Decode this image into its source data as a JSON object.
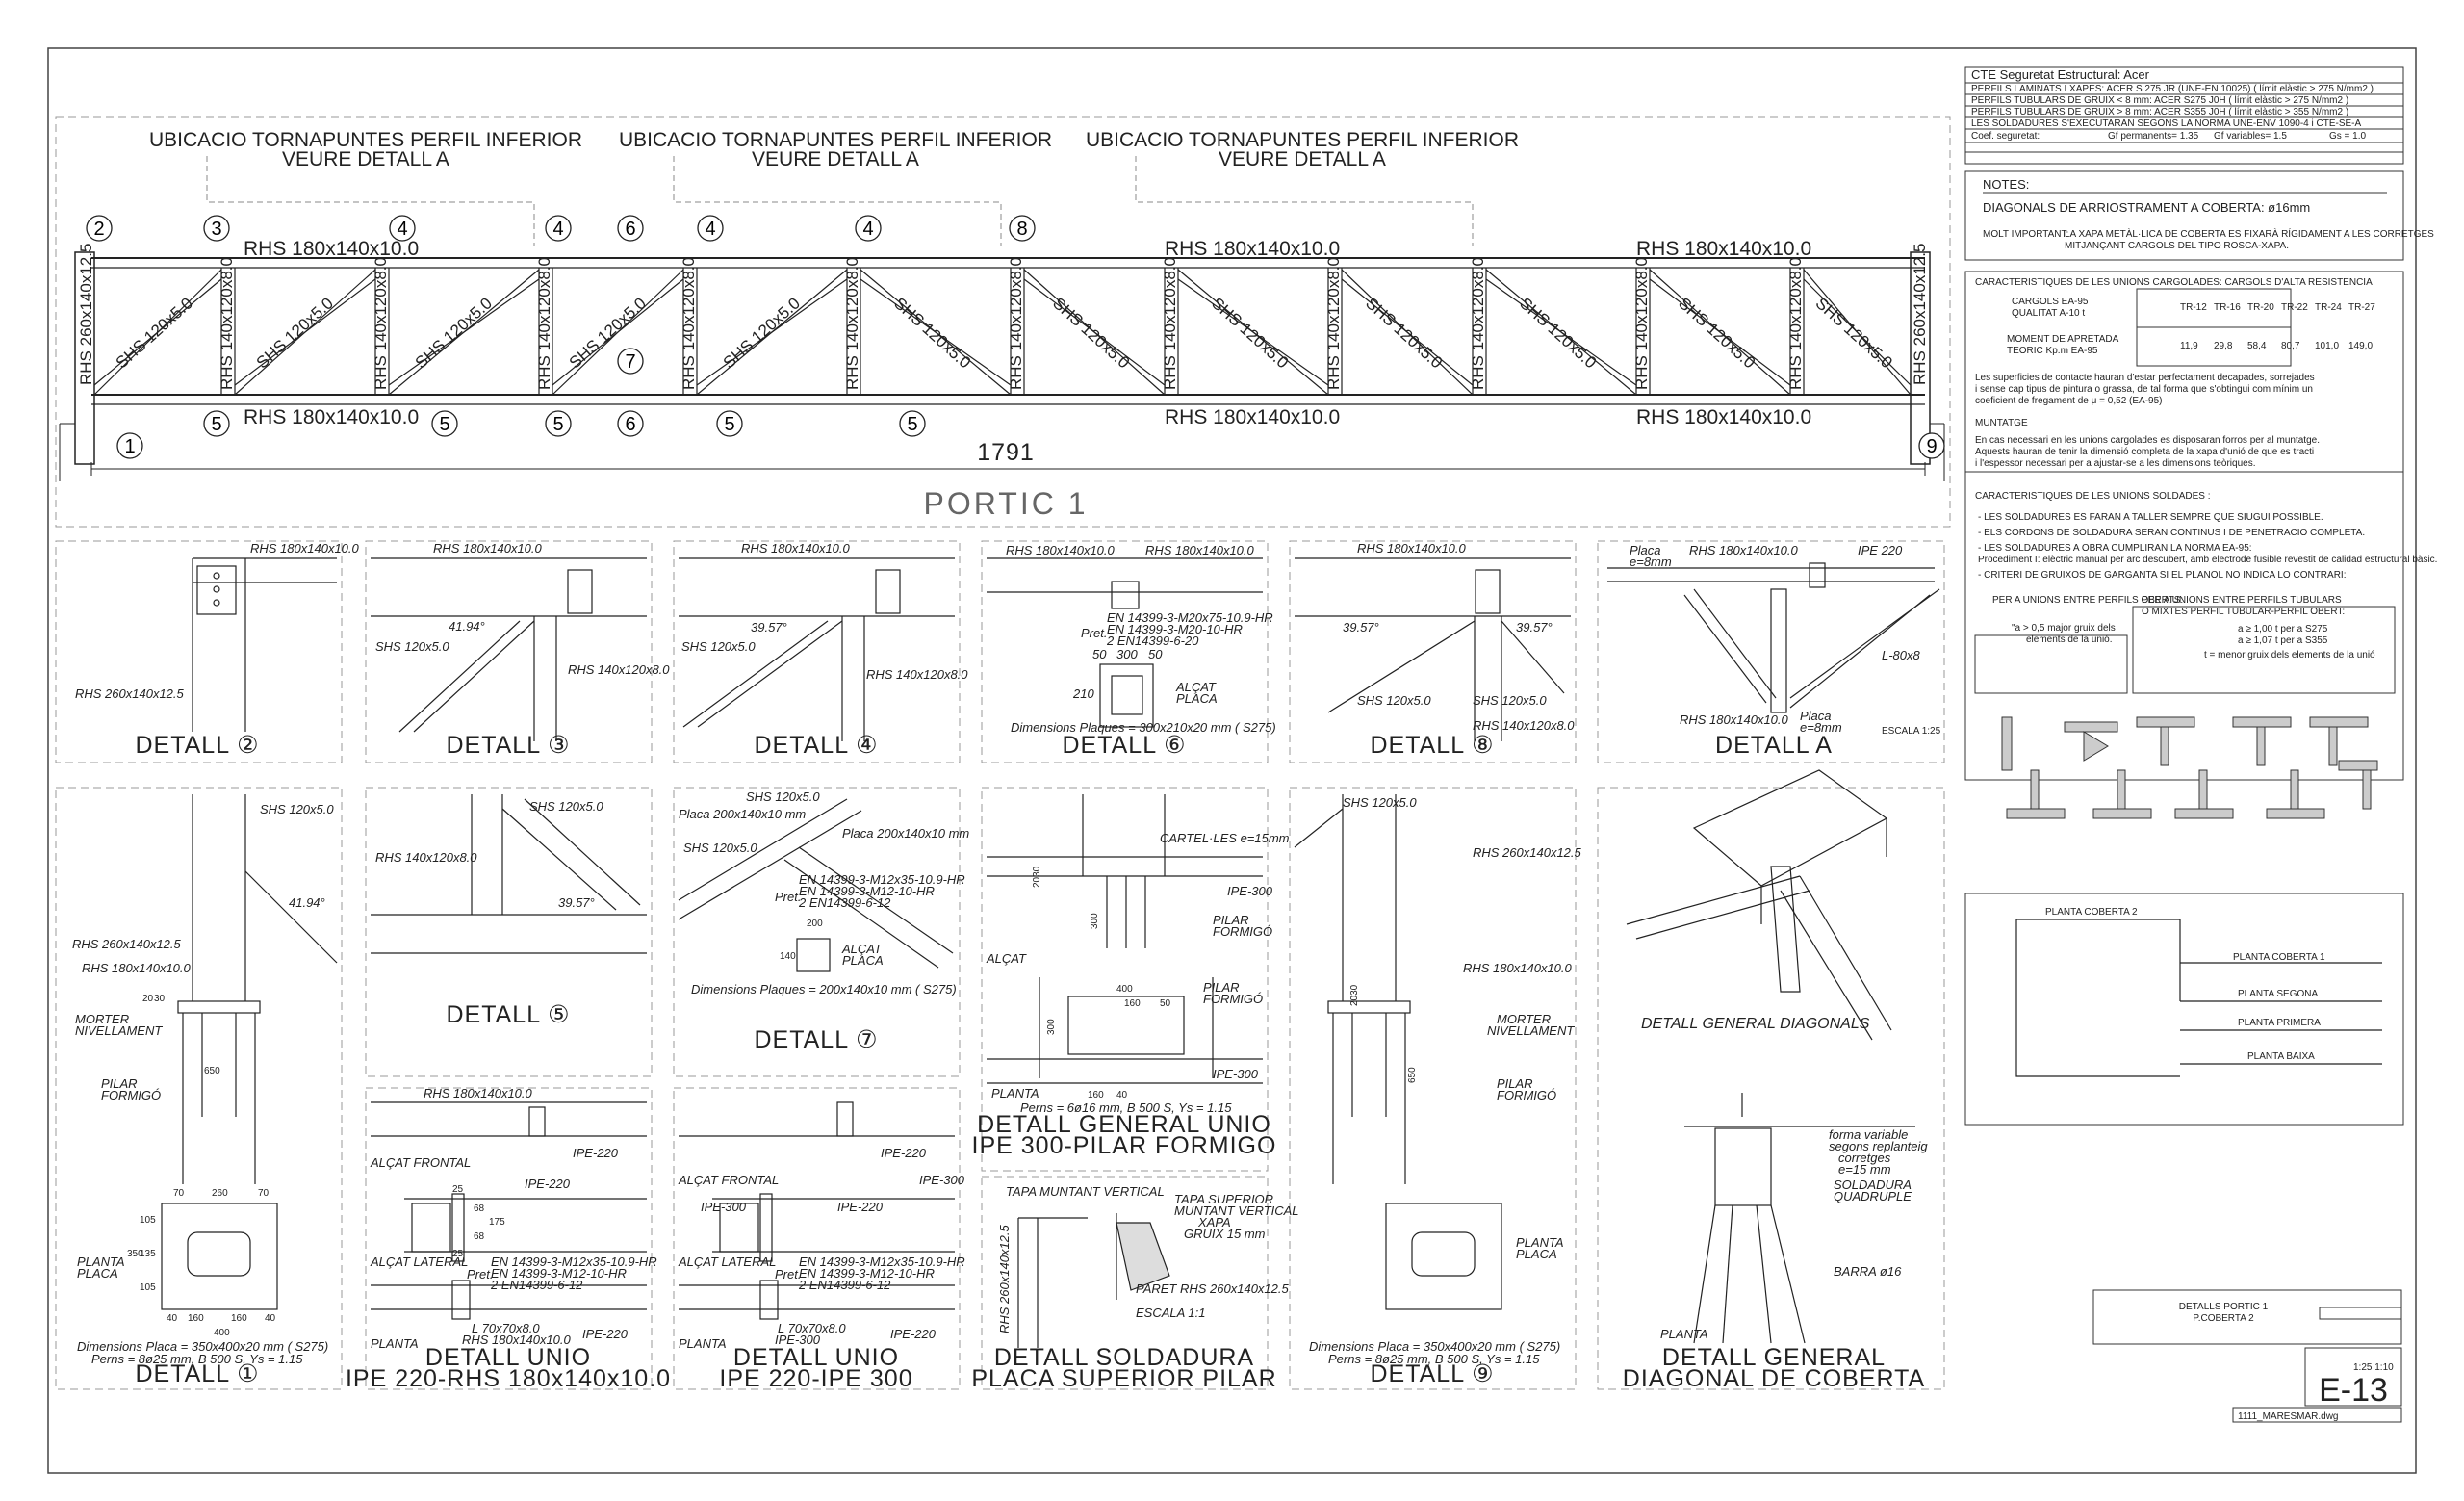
{
  "sheet": {
    "code": "E-13",
    "file": "1111_MARESMAR.dwg",
    "title_lines": [
      "DETALLS PORTIC 1",
      "P.COBERTA 2"
    ],
    "scale": "1:25 1:10"
  },
  "portic": {
    "title": "PORTIC 1",
    "span": "1791",
    "ubicacio": [
      {
        "line1": "UBICACIO TORNAPUNTES PERFIL INFERIOR",
        "line2": "VEURE DETALL A"
      },
      {
        "line1": "UBICACIO TORNAPUNTES PERFIL INFERIOR",
        "line2": "VEURE DETALL A"
      },
      {
        "line1": "UBICACIO TORNAPUNTES PERFIL INFERIOR",
        "line2": "VEURE DETALL A"
      }
    ],
    "chord_labels": [
      "RHS 180x140x10.0",
      "RHS 180x140x10.0",
      "RHS 180x140x10.0",
      "RHS 180x140x10.0",
      "RHS 180x140x10.0",
      "RHS 180x140x10.0"
    ],
    "post_label": "RHS 140x120x8.0",
    "diag_label": "SHS 120x5.0",
    "end_label": "RHS 260x140x12.5",
    "bubbles": [
      {
        "n": "2"
      },
      {
        "n": "3"
      },
      {
        "n": "4"
      },
      {
        "n": "4"
      },
      {
        "n": "6"
      },
      {
        "n": "4"
      },
      {
        "n": "4"
      },
      {
        "n": "8"
      },
      {
        "n": "1"
      },
      {
        "n": "5"
      },
      {
        "n": "5"
      },
      {
        "n": "5"
      },
      {
        "n": "6"
      },
      {
        "n": "5"
      },
      {
        "n": "5"
      },
      {
        "n": "7"
      },
      {
        "n": "9"
      }
    ]
  },
  "details_row1": [
    {
      "title": "DETALL ②",
      "labels": [
        "RHS 180x140x10.0",
        "RHS 260x140x12.5"
      ]
    },
    {
      "title": "DETALL ③",
      "labels": [
        "RHS 180x140x10.0",
        "SHS 120x5.0",
        "RHS 140x120x8.0",
        "41.94°"
      ]
    },
    {
      "title": "DETALL ④",
      "labels": [
        "RHS 180x140x10.0",
        "SHS 120x5.0",
        "RHS 140x120x8.0",
        "39.57°"
      ]
    },
    {
      "title": "DETALL ⑥",
      "labels": [
        "RHS 180x140x10.0",
        "RHS 180x140x10.0",
        "EN 14399-3-M20x75-10.9-HR",
        "EN 14399-3-M20-10-HR",
        "2 EN14399-6-20",
        "Pret.",
        "50",
        "300",
        "50",
        "210",
        "ALÇAT",
        "PLACA",
        "Dimensions Plaques = 300x210x20 mm ( S275)"
      ]
    },
    {
      "title": "DETALL ⑧",
      "labels": [
        "RHS 180x140x10.0",
        "39.57°",
        "39.57°",
        "SHS 120x5.0",
        "SHS 120x5.0",
        "RHS 140x120x8.0"
      ]
    },
    {
      "title": "DETALL A",
      "labels": [
        "Placa",
        "e=8mm",
        "RHS 180x140x10.0",
        "IPE 220",
        "L-80x8",
        "RHS 180x140x10.0",
        "Placa",
        "e=8mm",
        "ESCALA 1:25"
      ]
    }
  ],
  "details_row2": {
    "d1": {
      "title": "DETALL ①",
      "labels": [
        "SHS 120x5.0",
        "41.94°",
        "RHS 260x140x12.5",
        "RHS 180x140x10.0",
        "MORTER",
        "NIVELLAMENT",
        "PILAR",
        "FORMIGÓ",
        "650",
        "20",
        "30",
        "70",
        "260",
        "70",
        "105",
        "135",
        "105",
        "350",
        "PLANTA",
        "PLACA",
        "40",
        "160",
        "160",
        "40",
        "400",
        "Dimensions Placa = 350x400x20 mm ( S275)",
        "Perns = 8ø25 mm, B 500 S, Ys = 1.15"
      ]
    },
    "d5": {
      "title": "DETALL ⑤",
      "labels": [
        "SHS 120x5.0",
        "RHS 140x120x8.0",
        "39.57°"
      ]
    },
    "d7": {
      "title": "DETALL ⑦",
      "labels": [
        "SHS 120x5.0",
        "Placa 200x140x10 mm",
        "Placa 200x140x10 mm",
        "SHS 120x5.0",
        "EN 14399-3-M12x35-10.9-HR",
        "EN 14399-3-M12-10-HR",
        "2 EN14399-6-12",
        "Pret.",
        "200",
        "140",
        "ALÇAT",
        "PLACA",
        "Dimensions Plaques = 200x140x10 mm ( S275)"
      ]
    },
    "unio_ipe_rhs": {
      "title1": "DETALL UNIO",
      "title2": "IPE 220-RHS 180x140x10.0",
      "labels": [
        "RHS 180x140x10.0",
        "IPE-220",
        "ALÇAT FRONTAL",
        "IPE-220",
        "25",
        "68",
        "175",
        "68",
        "25",
        "ALÇAT LATERAL",
        "EN 14399-3-M12x35-10.9-HR",
        "EN 14399-3-M12-10-HR",
        "2 EN14399-6-12",
        "Pret.",
        "L 70x70x8.0",
        "RHS 180x140x10.0",
        "IPE-220",
        "PLANTA"
      ]
    },
    "unio_ipe_ipe": {
      "title1": "DETALL UNIO",
      "title2": "IPE 220-IPE 300",
      "labels": [
        "IPE-220",
        "ALÇAT FRONTAL",
        "IPE-300",
        "IPE-300",
        "IPE-220",
        "ALÇAT LATERAL",
        "EN 14399-3-M12x35-10.9-HR",
        "EN 14399-3-M12-10-HR",
        "2 EN14399-6-12",
        "Pret.",
        "L 70x70x8.0",
        "IPE-300",
        "IPE-220",
        "PLANTA"
      ]
    },
    "unio_ipe300": {
      "title1": "DETALL GENERAL UNIO",
      "title2": "IPE 300-PILAR FORMIGO",
      "labels": [
        "CARTEL·LES e=15mm",
        "IPE-300",
        "2030",
        "300",
        "PILAR",
        "FORMIGÓ",
        "ALÇAT",
        "400",
        "160",
        "50",
        "PILAR",
        "FORMIGÓ",
        "300",
        "IPE-300",
        "PLANTA",
        "160",
        "40",
        "Perns = 6ø16 mm, B 500 S, Ys = 1.15"
      ]
    },
    "soldadura": {
      "title1": "DETALL SOLDADURA",
      "title2": "PLACA SUPERIOR PILAR",
      "labels": [
        "TAPA MUNTANT VERTICAL",
        "TAPA SUPERIOR",
        "MUNTANT VERTICAL",
        "XAPA",
        "GRUIX 15 mm",
        "PARET RHS 260x140x12.5",
        "RHS 260x140x12.5",
        "ESCALA 1:1"
      ]
    },
    "d9": {
      "title": "DETALL ⑨",
      "labels": [
        "SHS 120x5.0",
        "RHS 260x140x12.5",
        "RHS 180x140x10.0",
        "MORTER",
        "NIVELLAMENT",
        "PILAR",
        "FORMIGÓ",
        "2030",
        "650",
        "PLANTA",
        "PLACA",
        "Dimensions Placa = 350x400x20 mm ( S275)",
        "Perns = 8ø25 mm, B 500 S, Ys = 1.15"
      ]
    },
    "general_diag": {
      "title": "DETALL GENERAL DIAGONALS"
    },
    "general_coberta": {
      "title1": "DETALL GENERAL",
      "title2": "DIAGONAL DE COBERTA",
      "labels": [
        "forma variable",
        "segons replanteig",
        "corretges",
        "e=15 mm",
        "SOLDADURA",
        "QUADRUPLE",
        "BARRA ø16",
        "PLANTA"
      ]
    }
  },
  "notes_panel": {
    "cte": {
      "title": "CTE Seguretat Estructural: Acer",
      "rows": [
        "PERFILS LAMINATS I XAPES: ACER S 275 JR (UNE-EN 10025) ( límit elàstic > 275 N/mm2 )",
        "PERFILS TUBULARS DE GRUIX < 8 mm: ACER S275 J0H ( límit elàstic > 275 N/mm2 )",
        "PERFILS TUBULARS DE GRUIX > 8 mm: ACER S355 J0H ( límit elàstic > 355 N/mm2 )",
        "LES SOLDADURES S'EXECUTARAN SEGONS LA NORMA UNE-ENV 1090-4 i CTE-SE-A"
      ],
      "coef": [
        "Coef. seguretat:",
        "Gf permanents= 1.35",
        "Gf variables= 1.5",
        "Gs = 1.0"
      ]
    },
    "notes": {
      "title": "NOTES:",
      "diag": "DIAGONALS DE ARRIOSTRAMENT A COBERTA: ø16mm",
      "important_label": "MOLT IMPORTANT:",
      "important_1": "LA XAPA METÀL·LICA DE COBERTA ES FIXARÀ RÍGIDAMENT A LES CORRETGES",
      "important_2": "MITJANÇANT CARGOLS DEL TIPO ROSCA-XAPA."
    },
    "cargolades": {
      "title": "CARACTERISTIQUES DE LES UNIONS CARGOLADES: CARGOLS D'ALTA RESISTENCIA",
      "row1_label_1": "CARGOLS EA-95",
      "row1_label_2": "QUALITAT A-10 t",
      "headers": [
        "TR-12",
        "TR-16",
        "TR-20",
        "TR-22",
        "TR-24",
        "TR-27"
      ],
      "row2_label_1": "MOMENT DE APRETADA",
      "row2_label_2": "TEORIC Kp.m EA-95",
      "values": [
        "11,9",
        "29,8",
        "58,4",
        "80,7",
        "101,0",
        "149,0"
      ],
      "text": [
        "Les superficies de contacte hauran d'estar perfectament decapades, sorrejades",
        "i sense cap tipus de pintura o grassa, de tal forma que s'obtingui com mínim un",
        "coeficient de fregament de μ = 0,52 (EA-95)"
      ]
    },
    "muntatge": {
      "title": "MUNTATGE",
      "text": [
        "En cas necessari en les unions cargolades es disposaran forros per al muntatge.",
        "Aquests hauran de tenir la dimensió completa de la xapa d'unió de que es tracti",
        "i l'espessor necessari per a ajustar-se a les dimensions teòriques."
      ]
    },
    "soldades": {
      "title": "CARACTERISTIQUES DE LES UNIONS SOLDADES :",
      "text": [
        "- LES SOLDADURES ES FARAN A TALLER SEMPRE QUE SIUGUI POSSIBLE.",
        "- ELS CORDONS DE SOLDADURA SERAN CONTINUS I DE PENETRACIO COMPLETA.",
        "- LES SOLDADURES A OBRA CUMPLIRAN LA NORMA EA-95:",
        "  Procediment I: elèctric manual per arc descubert, amb electrode fusible revestit de calidad estructural bàsic.",
        "- CRITERI DE GRUIXOS DE GARGANTA SI EL PLANOL NO INDICA LO CONTRARI:"
      ],
      "col1_title_1": "PER A UNIONS ENTRE PERFILS OBERTS:",
      "col1_body_1": "\"a > 0,5 major gruix dels",
      "col1_body_2": "elements de la unió.",
      "col2_title_1": "PER A UNIONS ENTRE PERFILS TUBULARS",
      "col2_title_2": "O MIXTES PERFIL TUBULAR-PERFIL OBERT:",
      "col2_body": [
        "a ≥ 1,00 t   per a S275",
        "a ≥ 1,07 t   per a S355",
        "t = menor gruix dels elements de la unió"
      ]
    },
    "section": {
      "title": "PLANTA COBERTA 2",
      "levels": [
        "PLANTA COBERTA 1",
        "PLANTA SEGONA",
        "PLANTA PRIMERA",
        "PLANTA BAIXA"
      ]
    }
  }
}
